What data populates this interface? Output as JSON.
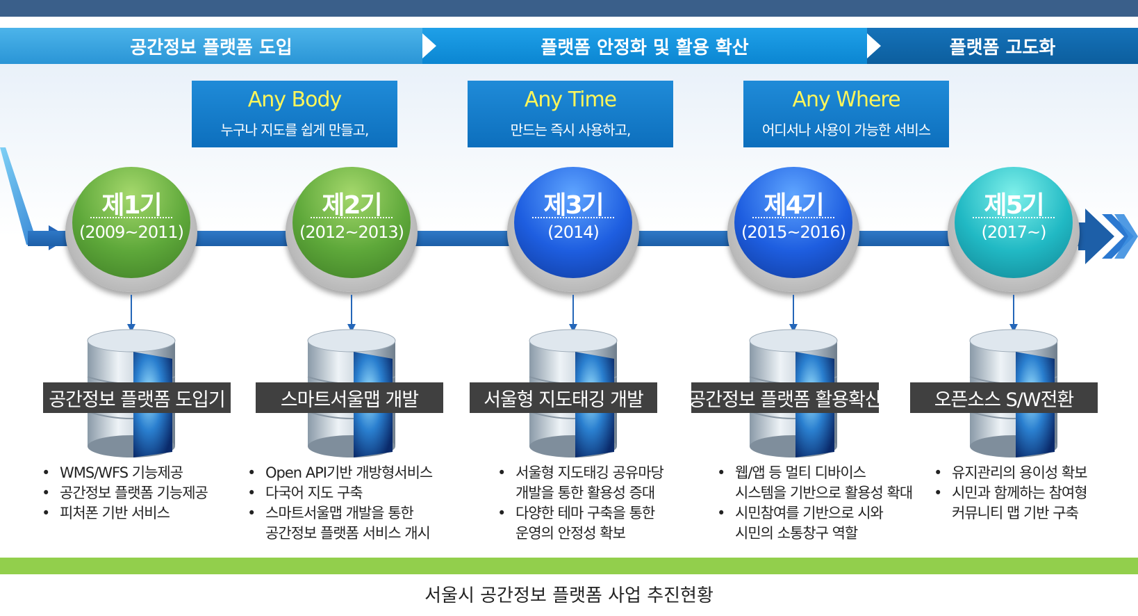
{
  "phases": [
    {
      "label": "공간정보 플랫폼 도입"
    },
    {
      "label": "플랫폼 안정화 및 활용 확산"
    },
    {
      "label": "플랫폼 고도화"
    }
  ],
  "any_boxes": [
    {
      "title": "Any Body",
      "subtitle": "누구나 지도를 쉽게 만들고,"
    },
    {
      "title": "Any Time",
      "subtitle": "만드는 즉시 사용하고,"
    },
    {
      "title": "Any Where",
      "subtitle": "어디서나 사용이 가능한 서비스"
    }
  ],
  "generations": [
    {
      "label": "제1기",
      "years": "(2009~2011)",
      "color": "green",
      "stage": "공간정보 플랫폼 도입기",
      "bullets": [
        [
          "WMS/WFS 기능제공"
        ],
        [
          "공간정보 플랫폼 기능제공"
        ],
        [
          "피처폰 기반 서비스"
        ]
      ]
    },
    {
      "label": "제2기",
      "years": "(2012~2013)",
      "color": "green",
      "stage": "스마트서울맵 개발",
      "bullets": [
        [
          "Open API기반 개방형서비스"
        ],
        [
          "다국어 지도 구축"
        ],
        [
          "스마트서울맵 개발을 통한",
          "공간정보 플랫폼 서비스 개시"
        ]
      ]
    },
    {
      "label": "제3기",
      "years": "(2014)",
      "color": "blue",
      "stage": "서울형 지도태깅 개발",
      "bullets": [
        [
          "서울형 지도태깅 공유마당",
          "개발을 통한 활용성 증대"
        ],
        [
          "다양한 테마 구축을  통한",
          "운영의 안정성 확보"
        ]
      ]
    },
    {
      "label": "제4기",
      "years": "(2015~2016)",
      "color": "blue",
      "stage": "공간정보 플랫폼 활용확산",
      "bullets": [
        [
          "웹/앱 등 멀티 디바이스",
          "시스템을 기반으로 활용성 확대"
        ],
        [
          "시민참여를 기반으로 시와",
          "시민의 소통창구 역할"
        ]
      ]
    },
    {
      "label": "제5기",
      "years": "(2017~)",
      "color": "teal",
      "stage": "오픈소스 S/W전환",
      "bullets": [
        [
          "유지관리의 용이성 확보"
        ],
        [
          "시민과 함께하는 참여형",
          "커뮤니티 맵 기반 구축"
        ]
      ]
    }
  ],
  "caption": "서울시 공간정보 플랫폼 사업 추진현황",
  "colors": {
    "phase_light": "#2a95d6",
    "phase_mid": "#0b86d2",
    "phase_dark": "#0c5e9e",
    "green_bar": "#92cf4c",
    "label_bg": "#404040",
    "any_title": "#fff65a"
  }
}
